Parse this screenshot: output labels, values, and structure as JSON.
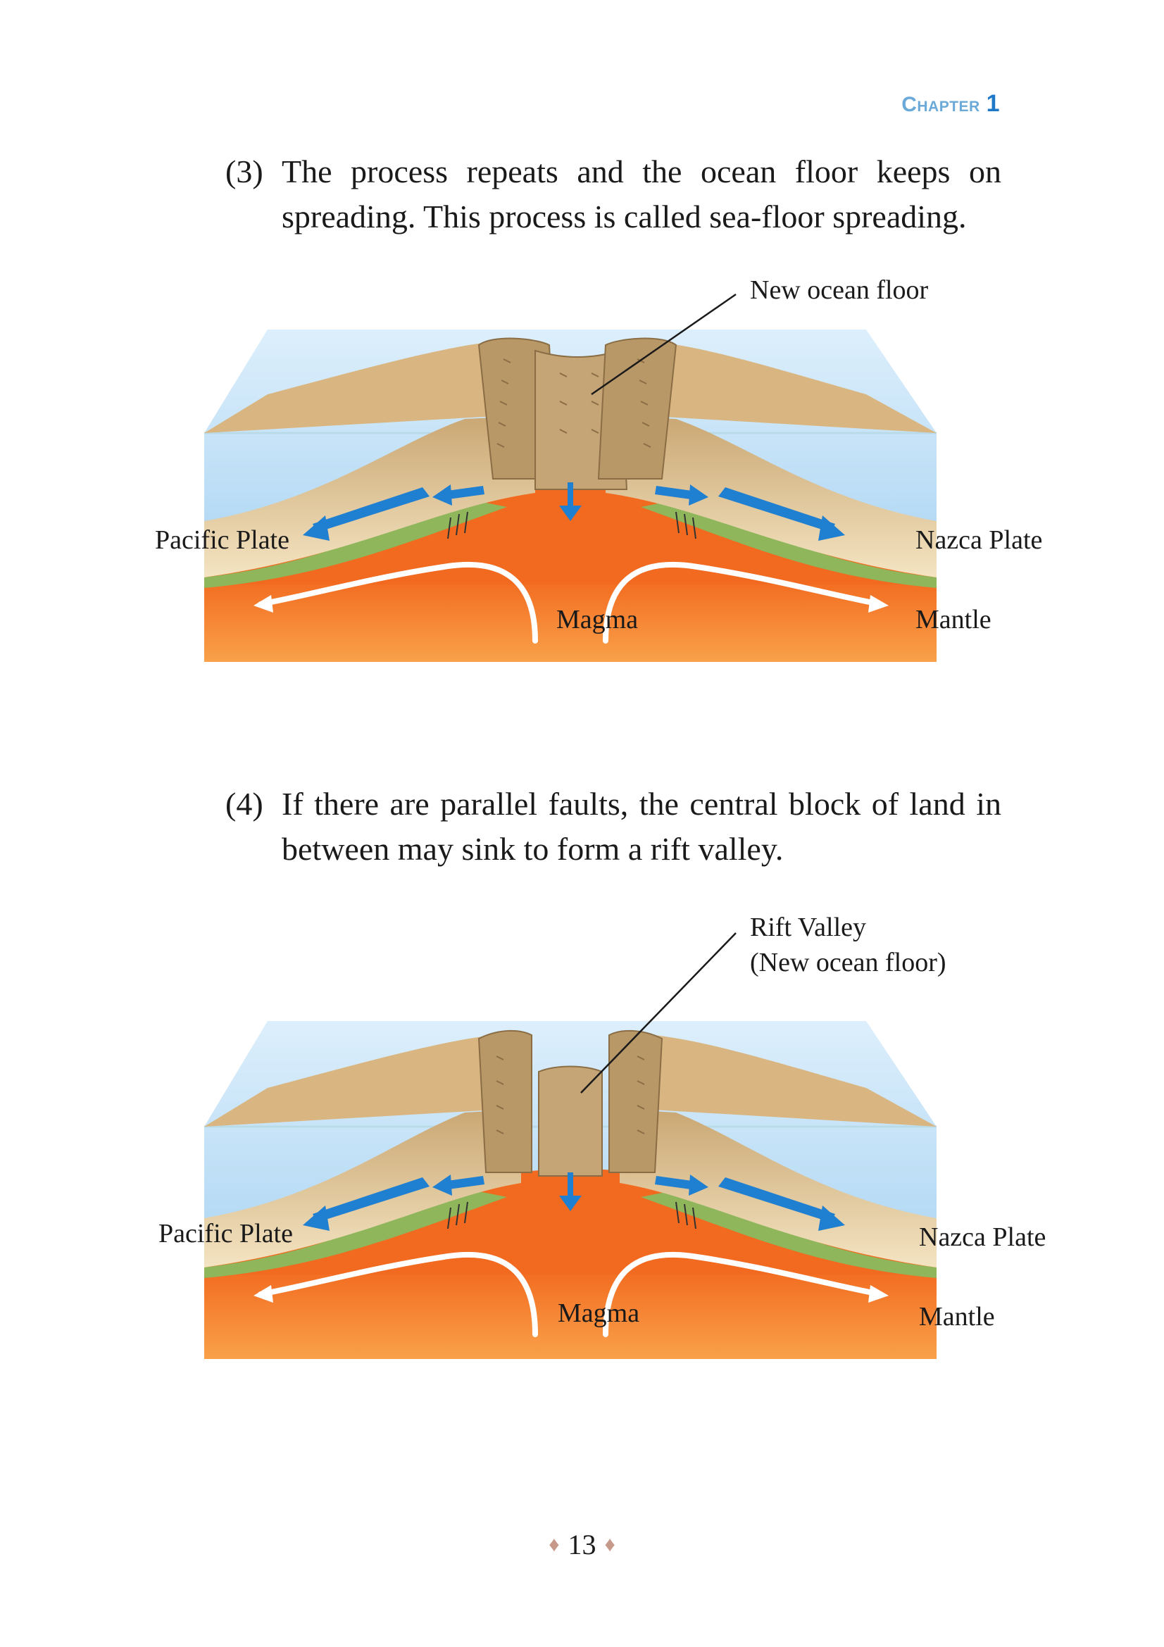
{
  "header": {
    "chapter_word": "Chapter",
    "chapter_number": "1"
  },
  "section3": {
    "number": "(3)",
    "text": "The process repeats and the ocean floor keeps on spreading. This process is called sea-floor spreading."
  },
  "figure3": {
    "callout": "New ocean floor",
    "left_plate": "Pacific Plate",
    "right_plate": "Nazca Plate",
    "magma": "Magma",
    "mantle": "Mantle"
  },
  "section4": {
    "number": "(4)",
    "text": "If there are parallel faults, the central block of land in between may sink to form a rift valley."
  },
  "figure4": {
    "callout_line1": "Rift Valley",
    "callout_line2": "(New ocean floor)",
    "left_plate": "Pacific Plate",
    "right_plate": "Nazca Plate",
    "magma": "Magma",
    "mantle": "Mantle"
  },
  "footer": {
    "page_number": "13"
  },
  "colors": {
    "chapter_word": "#6aa9d8",
    "chapter_number": "#1f77c7",
    "mantle": "#f7953a",
    "magma": "#f26a1f",
    "crust": "#e9cf9a",
    "water": "#bfe0f7",
    "arrow": "#1f7fd0",
    "lithosphere_green": "#8fb65a",
    "diamond": "#c6998a"
  }
}
